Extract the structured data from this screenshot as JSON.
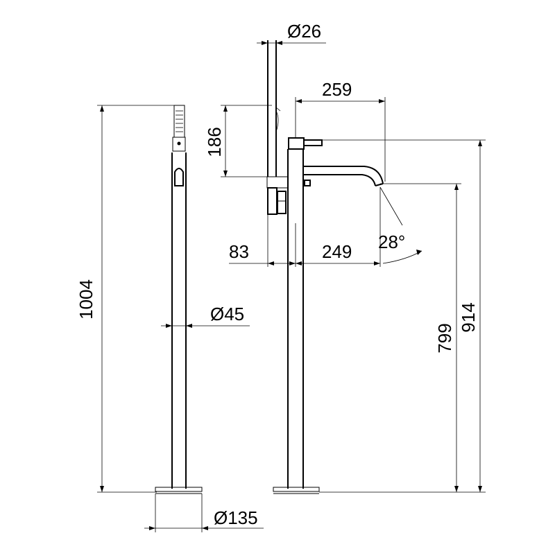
{
  "dimensions": {
    "top_diameter": "Ø26",
    "hand_shower_length": "186",
    "spout_reach_top": "259",
    "total_height": "1004",
    "column_diameter": "Ø45",
    "base_diameter": "Ø135",
    "handle_offset": "83",
    "spout_reach": "249",
    "spout_angle": "28°",
    "spout_outlet_height": "799",
    "spout_top_height": "914"
  }
}
